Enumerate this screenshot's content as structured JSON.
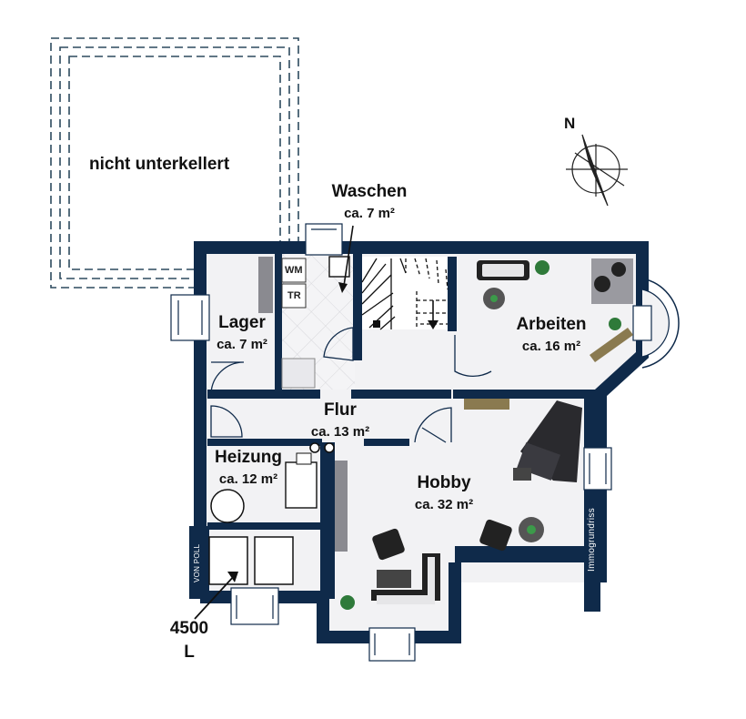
{
  "plan": {
    "not_basement": "nicht unterkellert",
    "rooms": [
      {
        "id": "waschen",
        "name": "Waschen",
        "area": "ca. 7 m²"
      },
      {
        "id": "lager",
        "name": "Lager",
        "area": "ca. 7 m²"
      },
      {
        "id": "arbeiten",
        "name": "Arbeiten",
        "area": "ca. 16 m²"
      },
      {
        "id": "flur",
        "name": "Flur",
        "area": "ca. 13 m²"
      },
      {
        "id": "heizung",
        "name": "Heizung",
        "area": "ca. 12 m²"
      },
      {
        "id": "hobby",
        "name": "Hobby",
        "area": "ca. 32 m²"
      }
    ],
    "tank_volume": "4500",
    "tank_unit": "L",
    "appliances": {
      "washer": "WM",
      "dryer": "TR"
    },
    "compass_label": "N",
    "watermark": "Immogrundriss",
    "logo_text": "VON POLL",
    "colors": {
      "wall": "#0f2a4a",
      "floor": "#f2f2f4",
      "text": "#111111"
    }
  }
}
